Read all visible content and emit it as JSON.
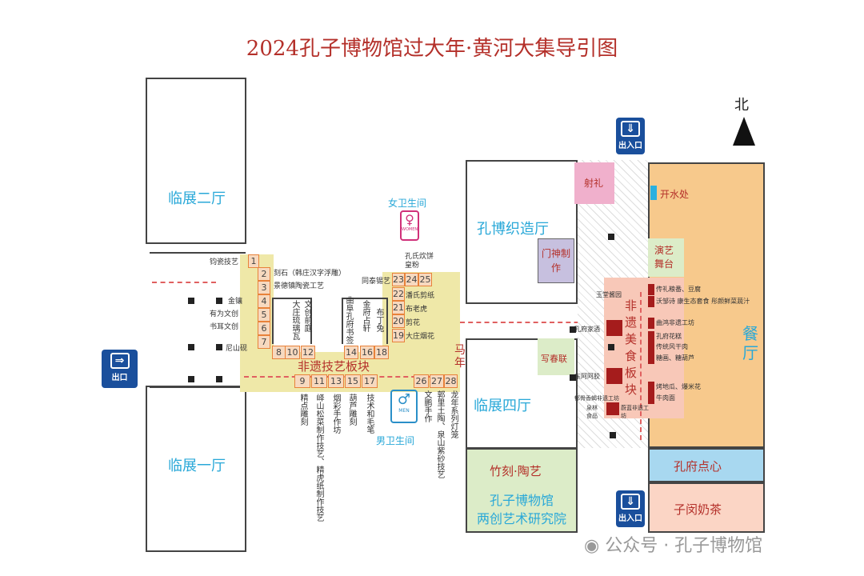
{
  "title": "2024孔子博物馆过大年·黄河大集导引图",
  "north": "北",
  "halls": {
    "exhibit2": "临展二厅",
    "exhibit1": "临展一厅",
    "weaving": "孔博织造厅",
    "exhibit4": "临展四厅",
    "restaurant": "餐厅",
    "bamboo": "竹刻·陶艺",
    "institute_1": "孔子博物馆",
    "institute_2": "两创艺术研究院",
    "pastry": "孔府点心",
    "milktea": "子闵奶茶"
  },
  "areas": {
    "heritage_block": "非遗技艺板块",
    "food_block": "非遗美食板块",
    "shooting": "射礼",
    "door_god": "门神制作",
    "couplets": "写春联",
    "stage": "演艺舞台",
    "water": "开水处",
    "horse": "马年"
  },
  "exits": {
    "top": "出入口",
    "bottom": "出入口",
    "left": "出口"
  },
  "restrooms": {
    "women": "女卫生间",
    "women_sign": "WOMEN",
    "men": "男卫生间",
    "men_sign": "MEN"
  },
  "stalls": [
    "1",
    "2",
    "3",
    "4",
    "5",
    "6",
    "7",
    "8",
    "9",
    "10",
    "11",
    "12",
    "13",
    "14",
    "15",
    "16",
    "17",
    "18",
    "19",
    "20",
    "21",
    "22",
    "23",
    "24",
    "25",
    "26",
    "27",
    "28"
  ],
  "stall_labels": {
    "s1": "钧瓷技艺",
    "s2": "刻石（韩庄汉字浮雕）",
    "s3": "景德镇陶瓷工艺",
    "s4": "金镶",
    "s5": "有为文创",
    "s6": "书耳文创",
    "s7": "尼山砚",
    "s8_12a": "大庄琉璃瓦",
    "s8_12b": "文创前庭",
    "s14a": "曲阜孔府书签",
    "s14b": "金府占轩",
    "s14c": "布丁兔",
    "s19": "大庄烟花",
    "s20": "剪花",
    "s21": "布老虎",
    "s22": "潘氏剪纸",
    "s23": "同泰锡艺",
    "s24": "孔氏皇粉",
    "s25": "炊饼",
    "s9": "精点雕刻",
    "s11": "峄山松菜制作技艺、精虎纸制作技艺",
    "s13": "烟彩手作坊",
    "s15": "葫芦雕刻",
    "s17": "技术和毛笔",
    "s26": "文鹏手作",
    "s27": "郭里土陶、泉山紫砂技艺",
    "s28": "龙年系列灯笼"
  },
  "food": {
    "f1": "玉堂酱园",
    "f2": "孔府家酒",
    "f3": "东阿阿胶",
    "f4": "郁骨香蝎非遗工坊",
    "f5": "泉林食品",
    "f6": "蔚蓝非遗工坊",
    "r1": "传礼粮番、豆腐",
    "r2": "沃邹诗 康生态套食 彤颜鲜菜蔬汁",
    "r3": "曲鸿非遗工坊",
    "r4": "孔府花糕",
    "r5": "传统风干肉",
    "r6": "糖画、糖葫芦",
    "r7": "烤地瓜、爆米花",
    "r8": "牛肉面"
  },
  "watermark": "公众号 · 孔子博物馆"
}
